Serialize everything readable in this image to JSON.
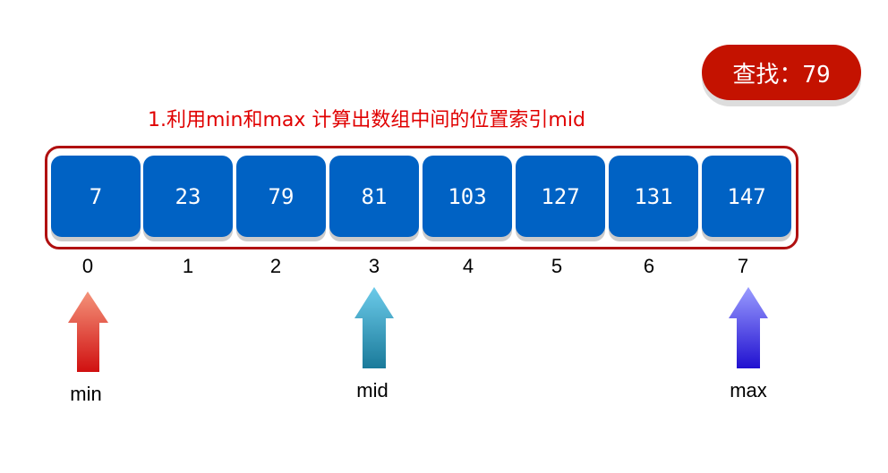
{
  "badge": {
    "label": "查找：79",
    "color": "#c41200"
  },
  "title": "1.利用min和max 计算出数组中间的位置索引mid",
  "array": {
    "values": [
      "7",
      "23",
      "79",
      "81",
      "103",
      "127",
      "131",
      "147"
    ],
    "indices": [
      "0",
      "1",
      "2",
      "3",
      "4",
      "5",
      "6",
      "7"
    ]
  },
  "pointers": {
    "min": {
      "label": "min",
      "index": 0,
      "colors": [
        "#f4937a",
        "#d01010"
      ]
    },
    "mid": {
      "label": "mid",
      "index": 3,
      "colors": [
        "#6ccbea",
        "#1a7a9a"
      ]
    },
    "max": {
      "label": "max",
      "index": 7,
      "colors": [
        "#9a9cff",
        "#2010d0"
      ]
    }
  }
}
